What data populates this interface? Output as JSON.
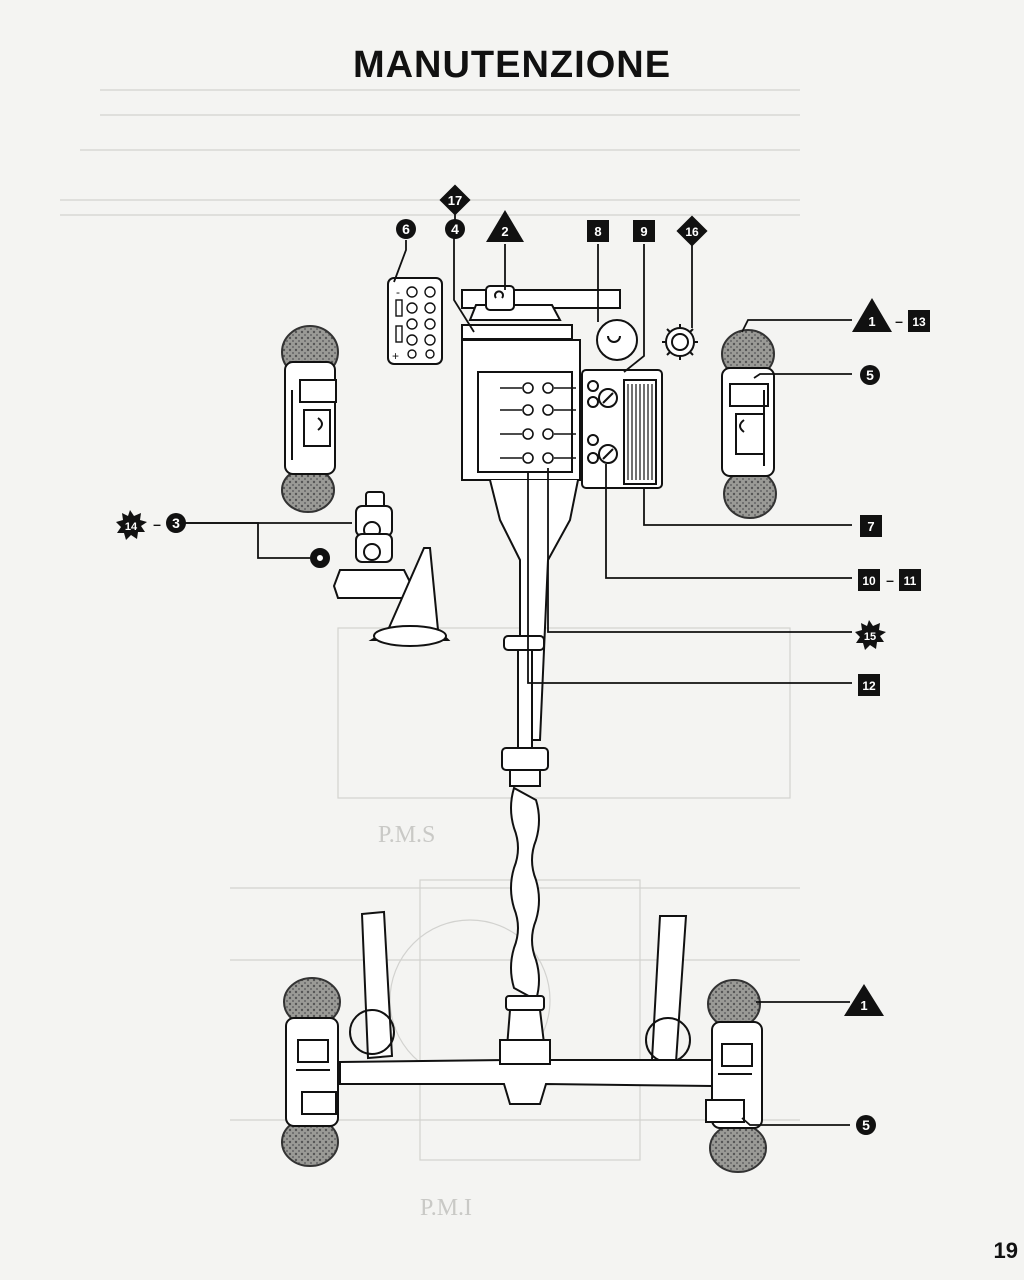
{
  "page": {
    "title": "MANUTENZIONE",
    "page_number": "19"
  },
  "colors": {
    "ink": "#111111",
    "paper": "#f4f4f2",
    "tyre": "#8a8a86",
    "ghost_text": "#c9c9c6"
  },
  "callouts": {
    "c1_top": "1",
    "c1_bottom": "1",
    "c2": "2",
    "c3": "3",
    "c4": "4",
    "c5_top": "5",
    "c5_bottom": "5",
    "c6": "6",
    "c7": "7",
    "c8": "8",
    "c9": "9",
    "c10": "10",
    "c11": "11",
    "c12": "12",
    "c13": "13",
    "c14": "14",
    "c15": "15",
    "c16": "16",
    "c17": "17"
  },
  "bleed_through": {
    "line1": "P.M.S",
    "line2": "P.M.I"
  }
}
